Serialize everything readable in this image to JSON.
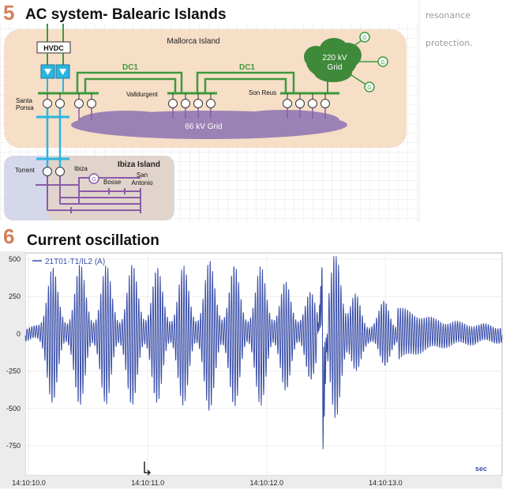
{
  "section5": {
    "number": "5",
    "title": "AC system- Balearic Islands",
    "side_notes": [
      "resonance",
      "protection."
    ],
    "labels": {
      "mallorca": "Mallorca Island",
      "hvdc": "HVDC",
      "dc1_left": "DC1",
      "dc1_right": "DC1",
      "grid220_line1": "220 kV",
      "grid220_line2": "Grid",
      "santa_ponsa_1": "Santa",
      "santa_ponsa_2": "Ponsa",
      "valldurgent": "Valldurgent",
      "son_reus": "Son Reus",
      "grid66": "66 kV Grid",
      "ibiza_island": "Ibiza Island",
      "torrent": "Torrent",
      "ibiza": "Ibiza",
      "bosse": "Bosse",
      "san_antonio_1": "San",
      "san_antonio_2": "Antonio",
      "generator_symbol": "G"
    },
    "colors": {
      "dc_green": "#3d9a3d",
      "ac_blue": "#2bb5e0",
      "ibiza_purple": "#8a5aa8",
      "mallorca_bg": "#f5dcc4",
      "ibiza_bg": "#cfd5ea",
      "cloud_purple": "#9b82b5",
      "cloud_green": "#3e8a3a"
    }
  },
  "section6": {
    "number": "6",
    "title": "Current oscillation",
    "chart_data": {
      "type": "line",
      "series": [
        {
          "name": "21T01-T1/IL2 (A)"
        }
      ],
      "y_ticks": [
        "500",
        "250",
        "0",
        "-250",
        "-500",
        "-750"
      ],
      "y_values": [
        500,
        250,
        0,
        -250,
        -500,
        -750
      ],
      "ylim": [
        -900,
        520
      ],
      "x_ticks": [
        "14:10:10.0",
        "14:10:11.0",
        "14:10:12.0",
        "14:10:13.0"
      ],
      "xlabel": "sec",
      "xlim_sec": [
        9.97,
        13.98
      ],
      "burst_centers_sec": [
        10.2,
        10.43,
        10.65,
        10.87,
        11.08,
        11.3,
        11.52,
        11.73,
        11.95,
        12.16,
        12.37,
        12.58,
        12.75,
        12.99
      ],
      "burst_peaks": [
        420,
        440,
        430,
        440,
        420,
        430,
        470,
        440,
        430,
        330,
        260,
        520,
        220,
        180
      ],
      "line_color": "#3a4fa8"
    }
  }
}
